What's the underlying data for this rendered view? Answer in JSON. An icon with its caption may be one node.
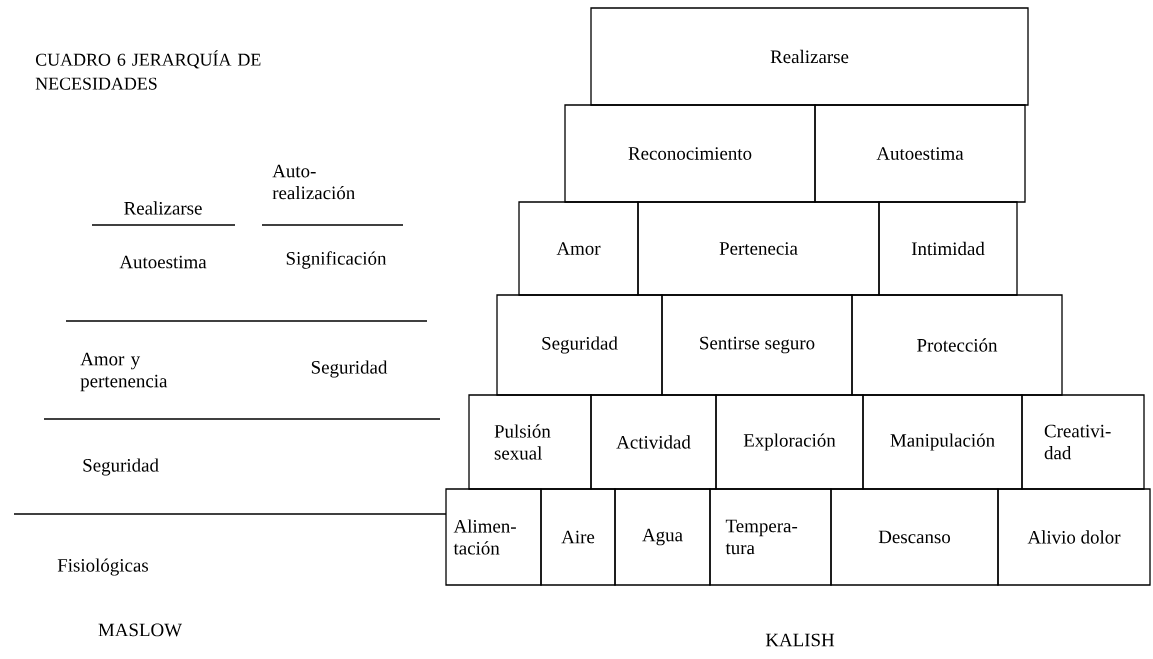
{
  "diagram": {
    "title": "CUADRO 6 JERARQUÍA DE NECESIDADES",
    "nodes": [
      {
        "text": [
          "Realizarse"
        ]
      },
      {
        "text": [
          "Reconocimiento"
        ]
      },
      {
        "text": [
          "Autoestima"
        ]
      },
      {
        "text": [
          "Amor"
        ]
      },
      {
        "text": [
          "Pertenecia"
        ]
      },
      {
        "text": [
          "Intimidad"
        ]
      },
      {
        "text": [
          "Seguridad"
        ]
      },
      {
        "text": [
          "Sentirse seguro"
        ]
      },
      {
        "text": [
          "Protección"
        ]
      },
      {
        "text": [
          "Pulsión sexual"
        ]
      },
      {
        "text": [
          "Actividad"
        ]
      },
      {
        "text": [
          "Exploración"
        ]
      },
      {
        "text": [
          "Manipulación"
        ]
      },
      {
        "text": [
          "Creativi- dad"
        ]
      },
      {
        "text": [
          "Alimen- tación"
        ]
      },
      {
        "text": [
          "Aire"
        ]
      },
      {
        "text": [
          "Agua"
        ]
      },
      {
        "text": [
          "Tempera- tura"
        ]
      },
      {
        "text": [
          "Descanso"
        ]
      },
      {
        "text": [
          "Alivio dolor"
        ]
      }
    ],
    "labels": [
      "Realizarse",
      "Auto- realización",
      "Autoestima",
      "Significación",
      "Amor y pertenencia",
      "Seguridad",
      "Seguridad",
      "Fisiológicas",
      "MASLOW",
      "KALISH"
    ]
  }
}
